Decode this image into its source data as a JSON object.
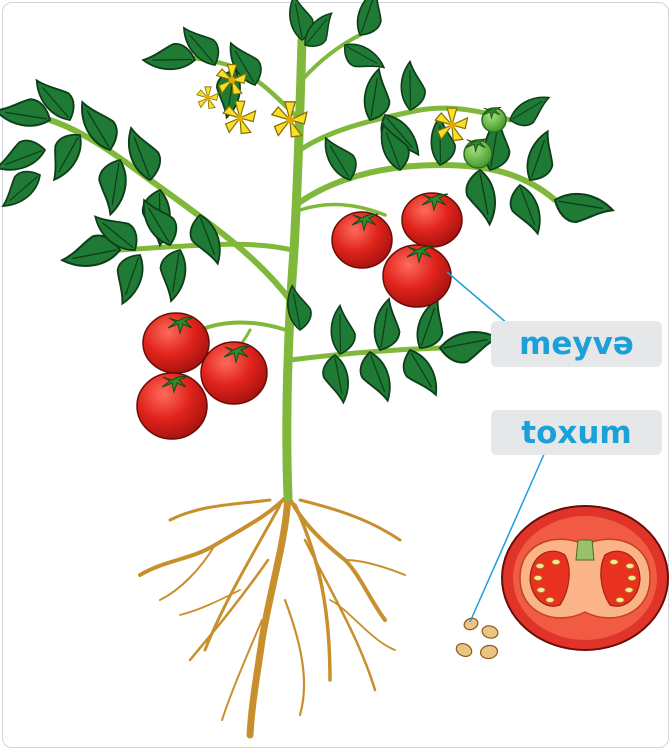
{
  "labels": {
    "fruit": "meyvə",
    "seed": "toxum"
  },
  "colors": {
    "label_text": "#1ba0d8",
    "label_bg": "#e6e7e8",
    "leader_line": "#1ba0d8",
    "leaf": "#1e7a34",
    "stem": "#7fb83a",
    "fruit": "#e0231c",
    "root": "#c8902d",
    "flower": "#f7e02a"
  },
  "icons": {
    "plant": "tomato-plant-illustration",
    "half_tomato": "tomato-cross-section-illustration",
    "seeds": "tomato-seeds-illustration"
  }
}
